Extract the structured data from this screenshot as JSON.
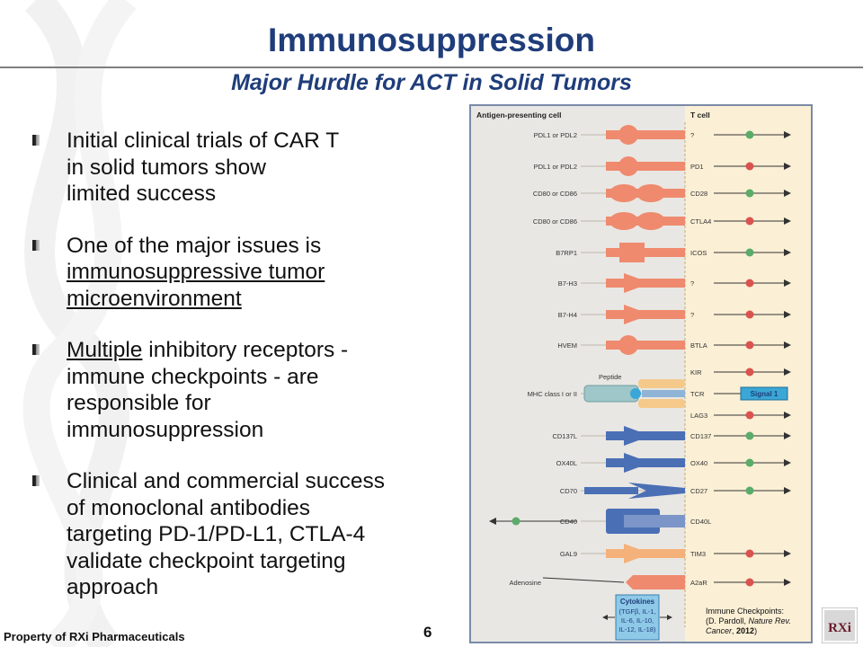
{
  "title": "Immunosuppression",
  "subtitle": "Major Hurdle for ACT in Solid Tumors",
  "bullets": [
    {
      "lines": [
        "Initial clinical trials of CAR T",
        "in solid tumors show",
        "limited success"
      ]
    },
    {
      "lines": [
        "One of the major issues is",
        "immunosuppressive tumor",
        "microenvironment"
      ]
    },
    {
      "lines": [
        "Multiple",
        " inhibitory receptors -",
        "immune checkpoints - are",
        "responsible for",
        "immunosuppression"
      ]
    },
    {
      "lines": [
        "Clinical and commercial success",
        "of monoclonal antibodies",
        "targeting PD-1/PD-L1, CTLA-4",
        "validate checkpoint targeting",
        "approach"
      ]
    }
  ],
  "footer": "Property of RXi Pharmaceuticals",
  "page_number": "6",
  "figure": {
    "apc_header": "Antigen-presenting cell",
    "tcell_header": "T cell",
    "peptide_label": "Peptide",
    "signal_label": "Signal 1",
    "cytokines_title": "Cytokines",
    "cytokines_text": [
      "(TGFβ, IL-1,",
      "IL-6, IL-10,",
      "IL-12, IL-18)"
    ],
    "citation": [
      "Immune Checkpoints:",
      "(D. Pardoll, ",
      "Nature Rev.",
      "Cancer",
      ", ",
      "2012",
      ")"
    ],
    "rows": [
      {
        "left": "PDL1 or PDL2",
        "right": "?",
        "signal": "plus"
      },
      {
        "left": "PDL1 or PDL2",
        "right": "PD1",
        "signal": "minus"
      },
      {
        "left": "CD80 or CD86",
        "right": "CD28",
        "signal": "plus"
      },
      {
        "left": "CD80 or CD86",
        "right": "CTLA4",
        "signal": "minus"
      },
      {
        "left": "B7RP1",
        "right": "ICOS",
        "signal": "plus"
      },
      {
        "left": "B7-H3",
        "right": "?",
        "signal": "minus"
      },
      {
        "left": "B7-H4",
        "right": "?",
        "signal": "minus"
      },
      {
        "left": "HVEM",
        "right": "BTLA",
        "signal": "minus"
      },
      {
        "left": "",
        "right": "KIR",
        "signal": "minus"
      },
      {
        "left": "MHC class I or II",
        "right": "TCR",
        "signal": "signal1"
      },
      {
        "left": "",
        "right": "LAG3",
        "signal": "minus"
      },
      {
        "left": "CD137L",
        "right": "CD137",
        "signal": "plus"
      },
      {
        "left": "OX40L",
        "right": "OX40",
        "signal": "plus"
      },
      {
        "left": "CD70",
        "right": "CD27",
        "signal": "plus"
      },
      {
        "left": "CD40",
        "right": "CD40L",
        "signal": "leftplus"
      },
      {
        "left": "GAL9",
        "right": "TIM3",
        "signal": "minus"
      },
      {
        "left": "Adenosine",
        "right": "A2aR",
        "signal": "minus"
      }
    ],
    "logo_text": "RXi",
    "colors": {
      "apc_bg": "#e9e7e3",
      "tcell_bg": "#fbefd5",
      "salmon": "#ef8a6e",
      "blue": "#4a6fb5",
      "peach": "#f4b17a",
      "green": "#5bab6a",
      "red": "#d9534f",
      "signal_blue": "#3aa7d6",
      "title_blue": "#1f3d7a"
    }
  }
}
